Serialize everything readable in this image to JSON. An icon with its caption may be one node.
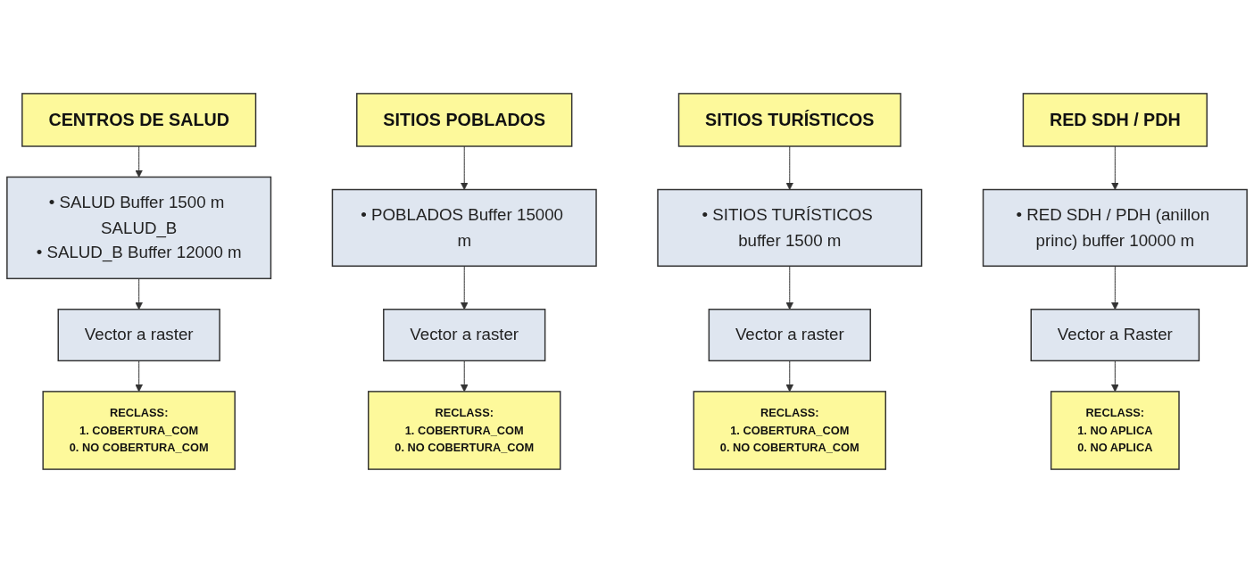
{
  "diagram": {
    "nodes": [
      {
        "text": [
          "CENTROS DE SALUD"
        ]
      },
      {
        "text": [
          "SITIOS POBLADOS"
        ]
      },
      {
        "text": [
          "SITIOS TURÍSTICOS"
        ]
      },
      {
        "text": [
          "RED SDH / PDH"
        ]
      },
      {
        "text": [
          "• SALUD Buffer 1500 m SALUD_B",
          "• SALUD_B Buffer 12000 m"
        ]
      },
      {
        "text": [
          "• POBLADOS Buffer 15000 m"
        ]
      },
      {
        "text": [
          "• SITIOS TURÍSTICOS buffer 1500 m"
        ]
      },
      {
        "text": [
          "• RED SDH / PDH (anillon princ) buffer 10000 m"
        ]
      },
      {
        "text": [
          "Vector a raster"
        ]
      },
      {
        "text": [
          "Vector a raster"
        ]
      },
      {
        "text": [
          "Vector a raster"
        ]
      },
      {
        "text": [
          "Vector a Raster"
        ]
      },
      {
        "text": [
          "RECLASS:",
          "1. COBERTURA_COM",
          "0. NO COBERTURA_COM"
        ]
      },
      {
        "text": [
          "RECLASS:",
          "1. COBERTURA_COM",
          "0. NO COBERTURA_COM"
        ]
      },
      {
        "text": [
          "RECLASS:",
          "1. COBERTURA_COM",
          "0. NO COBERTURA_COM"
        ]
      },
      {
        "text": [
          "RECLASS:",
          "1. NO APLICA",
          "0. NO APLICA"
        ]
      }
    ],
    "edges": [
      {
        "from": 0,
        "to": 4,
        "arrow": "to"
      },
      {
        "from": 1,
        "to": 5,
        "arrow": "to"
      },
      {
        "from": 2,
        "to": 6,
        "arrow": "to"
      },
      {
        "from": 3,
        "to": 7,
        "arrow": "to"
      },
      {
        "from": 4,
        "to": 8,
        "arrow": "to"
      },
      {
        "from": 5,
        "to": 9,
        "arrow": "to"
      },
      {
        "from": 6,
        "to": 10,
        "arrow": "to"
      },
      {
        "from": 7,
        "to": 11,
        "arrow": "to"
      },
      {
        "from": 8,
        "to": 12,
        "arrow": "to"
      },
      {
        "from": 9,
        "to": 13,
        "arrow": "to"
      },
      {
        "from": 10,
        "to": 14,
        "arrow": "to"
      },
      {
        "from": 11,
        "to": 15,
        "arrow": "to"
      }
    ]
  }
}
